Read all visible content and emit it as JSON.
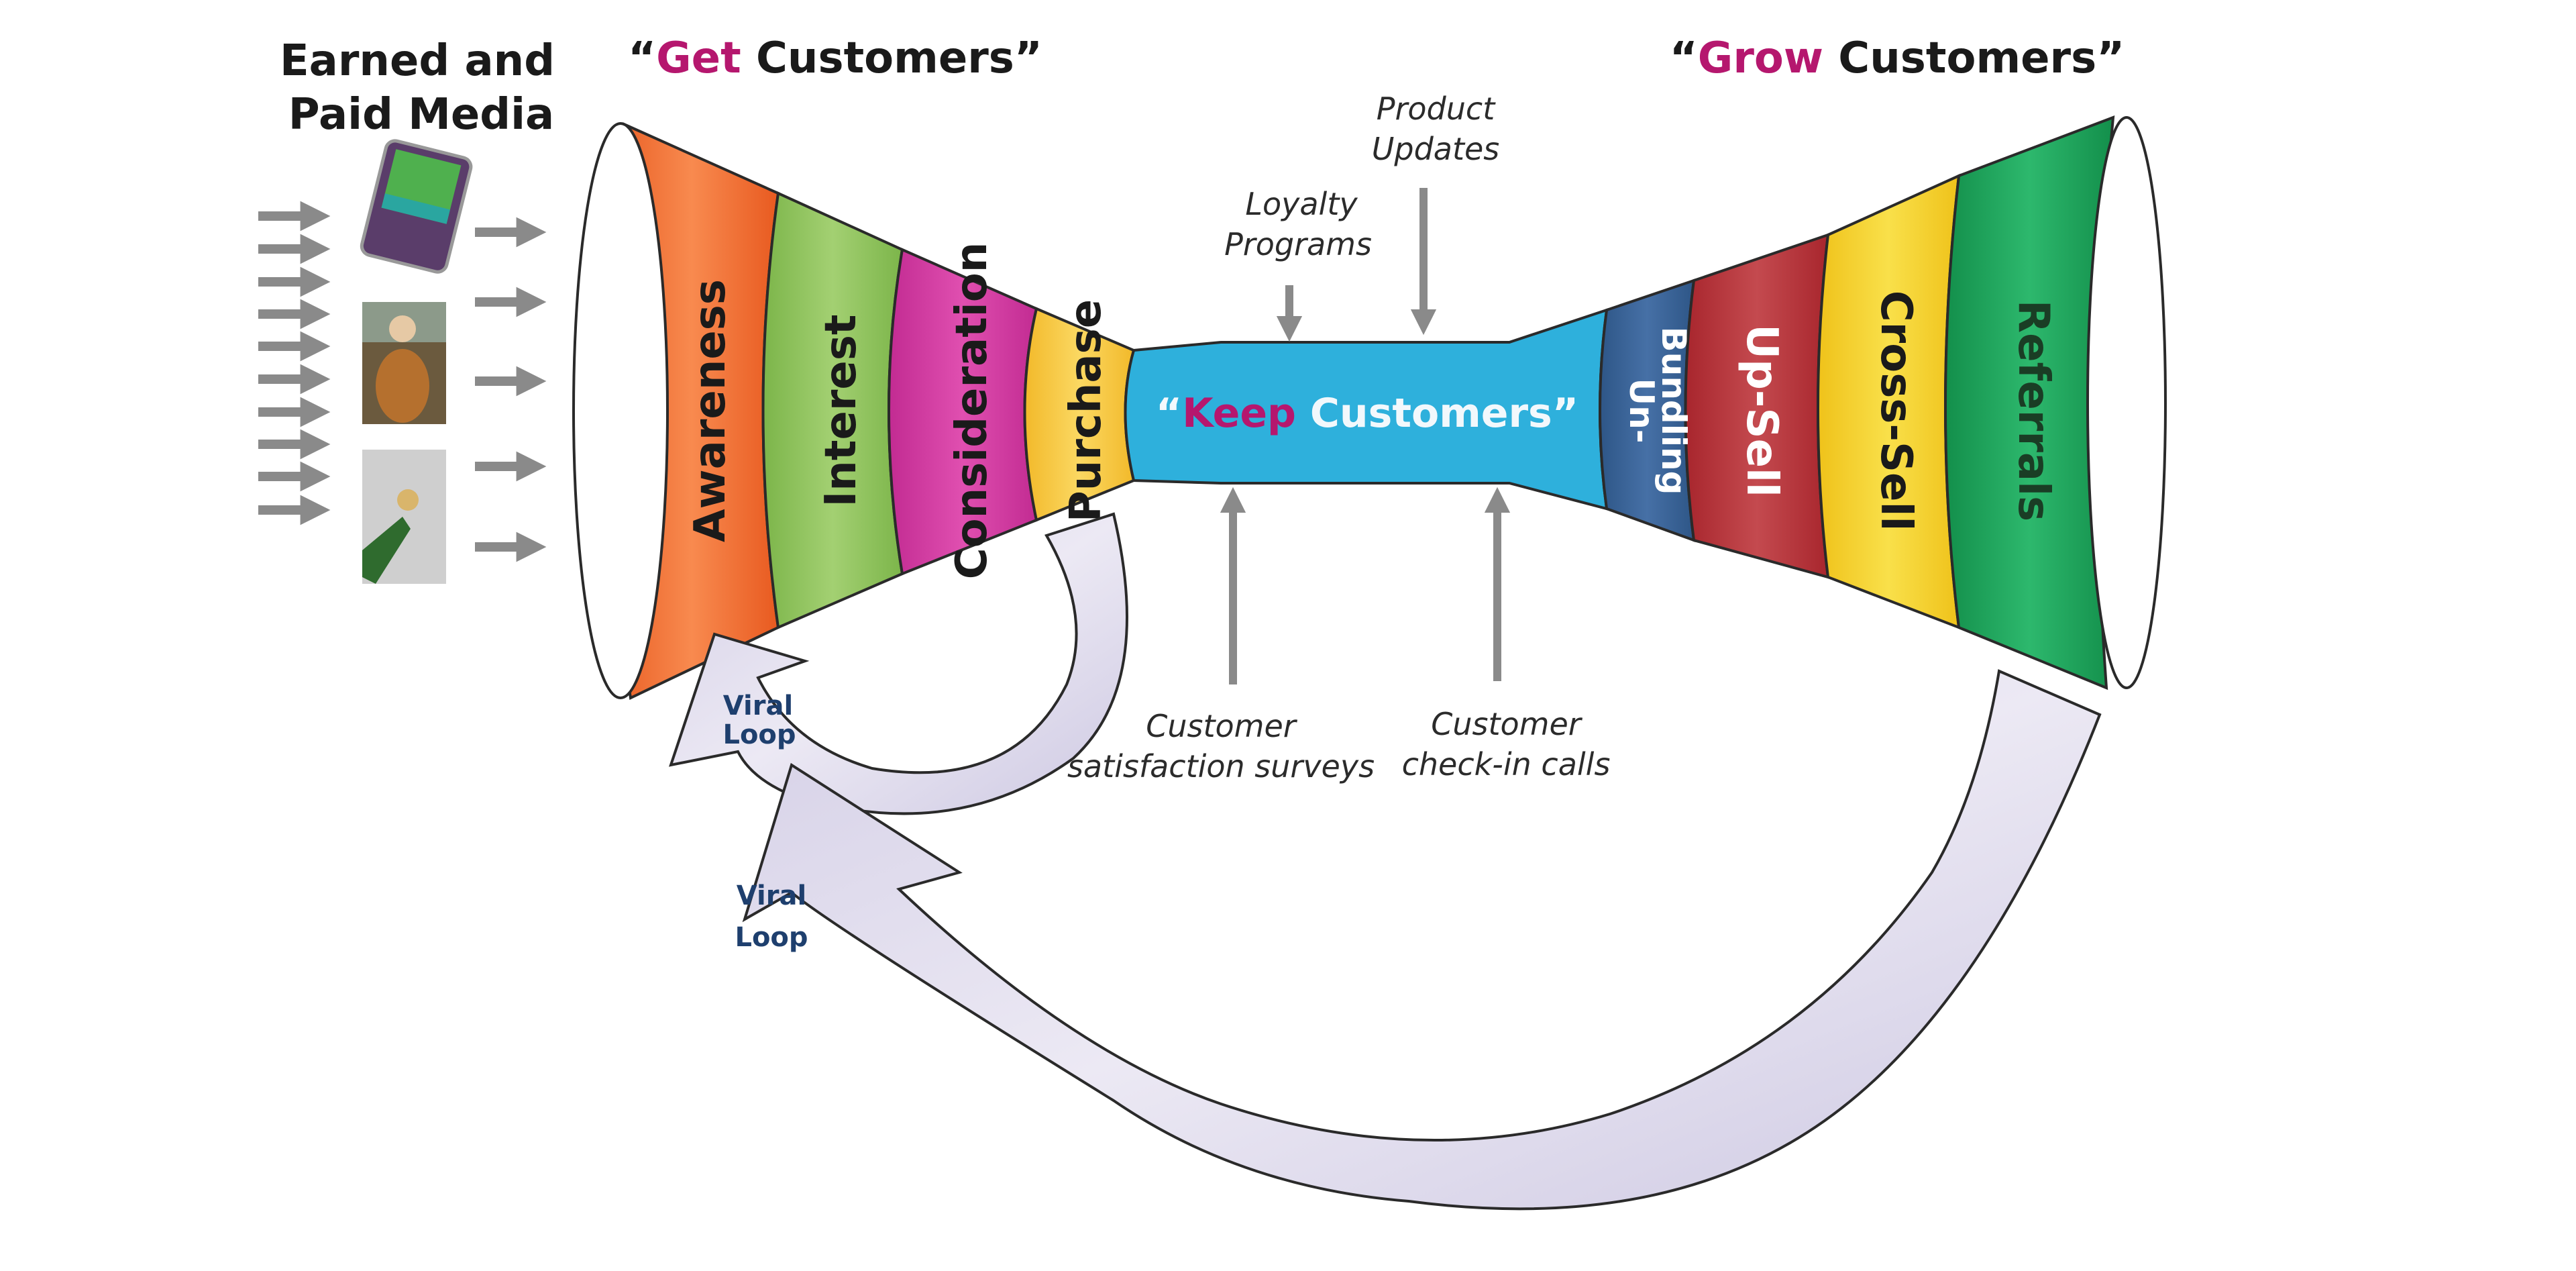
{
  "header": {
    "media_title_line1": "Earned and",
    "media_title_line2": "Paid Media",
    "get_title": {
      "open_quote": "“",
      "accent": "Get",
      "rest": " Customers”"
    },
    "grow_title": {
      "open_quote": "“",
      "accent": "Grow",
      "rest": " Customers”"
    }
  },
  "keep": {
    "open_quote": "“",
    "accent": "Keep",
    "rest": " Customers”"
  },
  "colors": {
    "accent": "#b5176e",
    "awareness": "#ee6a2f",
    "interest": "#8cc35a",
    "consideration": "#d2379f",
    "purchase": "#f7c83c",
    "keep": "#2eb0dc",
    "unbundling": "#355f95",
    "upsell": "#b63339",
    "crosssell": "#f2d22a",
    "referrals": "#1e9f58",
    "loop_fill": "#dcd8ea",
    "arrow_gray": "#8a8a8a"
  },
  "get_stages": [
    {
      "label": "Awareness"
    },
    {
      "label": "Interest"
    },
    {
      "label": "Consideration"
    },
    {
      "label": "Purchase"
    }
  ],
  "grow_stages": [
    {
      "label_line1": "Un-",
      "label_line2": "Bundling"
    },
    {
      "label": "Up-Sell"
    },
    {
      "label": "Cross-Sell"
    },
    {
      "label": "Referrals"
    }
  ],
  "retention_inputs_top": [
    {
      "line1": "Loyalty",
      "line2": "Programs"
    },
    {
      "line1": "Product",
      "line2": "Updates"
    }
  ],
  "retention_inputs_bottom": [
    {
      "line1": "Customer",
      "line2": "satisfaction surveys"
    },
    {
      "line1": "Customer",
      "line2": "check-in calls"
    }
  ],
  "loops": [
    {
      "line1": "Viral",
      "line2": "Loop"
    },
    {
      "line1": "Viral",
      "line2": "Loop"
    }
  ],
  "media_icons": [
    "mobile-device-icon",
    "cowboy-photo-icon",
    "champagne-photo-icon"
  ]
}
